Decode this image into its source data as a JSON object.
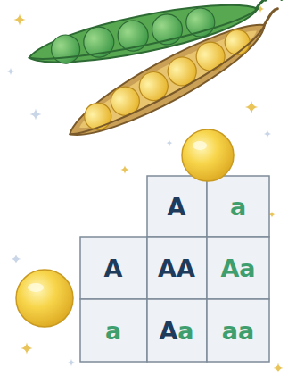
{
  "diagram": {
    "labels": [
      "A",
      "a",
      "A",
      "AA",
      "Aa",
      "a",
      "Aa",
      "aa"
    ]
  }
}
